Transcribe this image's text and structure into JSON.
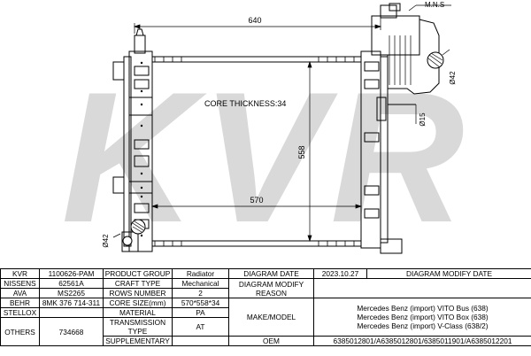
{
  "diagram": {
    "watermark": "KVR",
    "maker_tag": "M.N.S",
    "core_thickness": "CORE THICKNESS:34",
    "dims": {
      "top_width": "640",
      "core_width": "570",
      "core_height": "558",
      "tank_diameter": "Ø42",
      "bottom_diameter": "Ø42",
      "port_diameter": "Ø15"
    }
  },
  "spec": {
    "row1": {
      "brand": "KVR",
      "code": "1100626-PAM",
      "label1": "PRODUCT GROUP",
      "value1": "Radiator",
      "label2": "DIAGRAM DATE",
      "value2": "2023.10.27",
      "label3": "DIAGRAM MODIFY DATE"
    },
    "row2": {
      "brand": "NISSENS",
      "code": "62561A",
      "label1": "CRAFT TYPE",
      "value1": "Mechanical",
      "label2": "DIAGRAM MODIFY REASON"
    },
    "row3": {
      "brand": "AVA",
      "code": "MS2265",
      "label1": "ROWS NUMBER",
      "value1": "2"
    },
    "row4": {
      "brand": "BEHR",
      "code": "8MK 376 714-311",
      "label1": "CORE SIZE(mm)",
      "value1": "570*558*34",
      "label2": "MAKE/MODEL"
    },
    "row5": {
      "brand": "STELLOX",
      "code": "",
      "label1": "MATERIAL",
      "value1": "PA"
    },
    "row6": {
      "brand": "OTHERS",
      "code": "734668",
      "label1": "TRANSMISSION TYPE",
      "value1": "AT",
      "label2": "OEM",
      "value2": "6385012801/A6385012801/6385011901/A6385012201"
    },
    "row7": {
      "label1": "SUPPLEMENTARY"
    },
    "models": [
      "Mercedes Benz (import) VITO Bus (638)",
      "Mercedes Benz (import) VITO Box (638)",
      "Mercedes Benz (import) V-Class (638/2)"
    ]
  }
}
